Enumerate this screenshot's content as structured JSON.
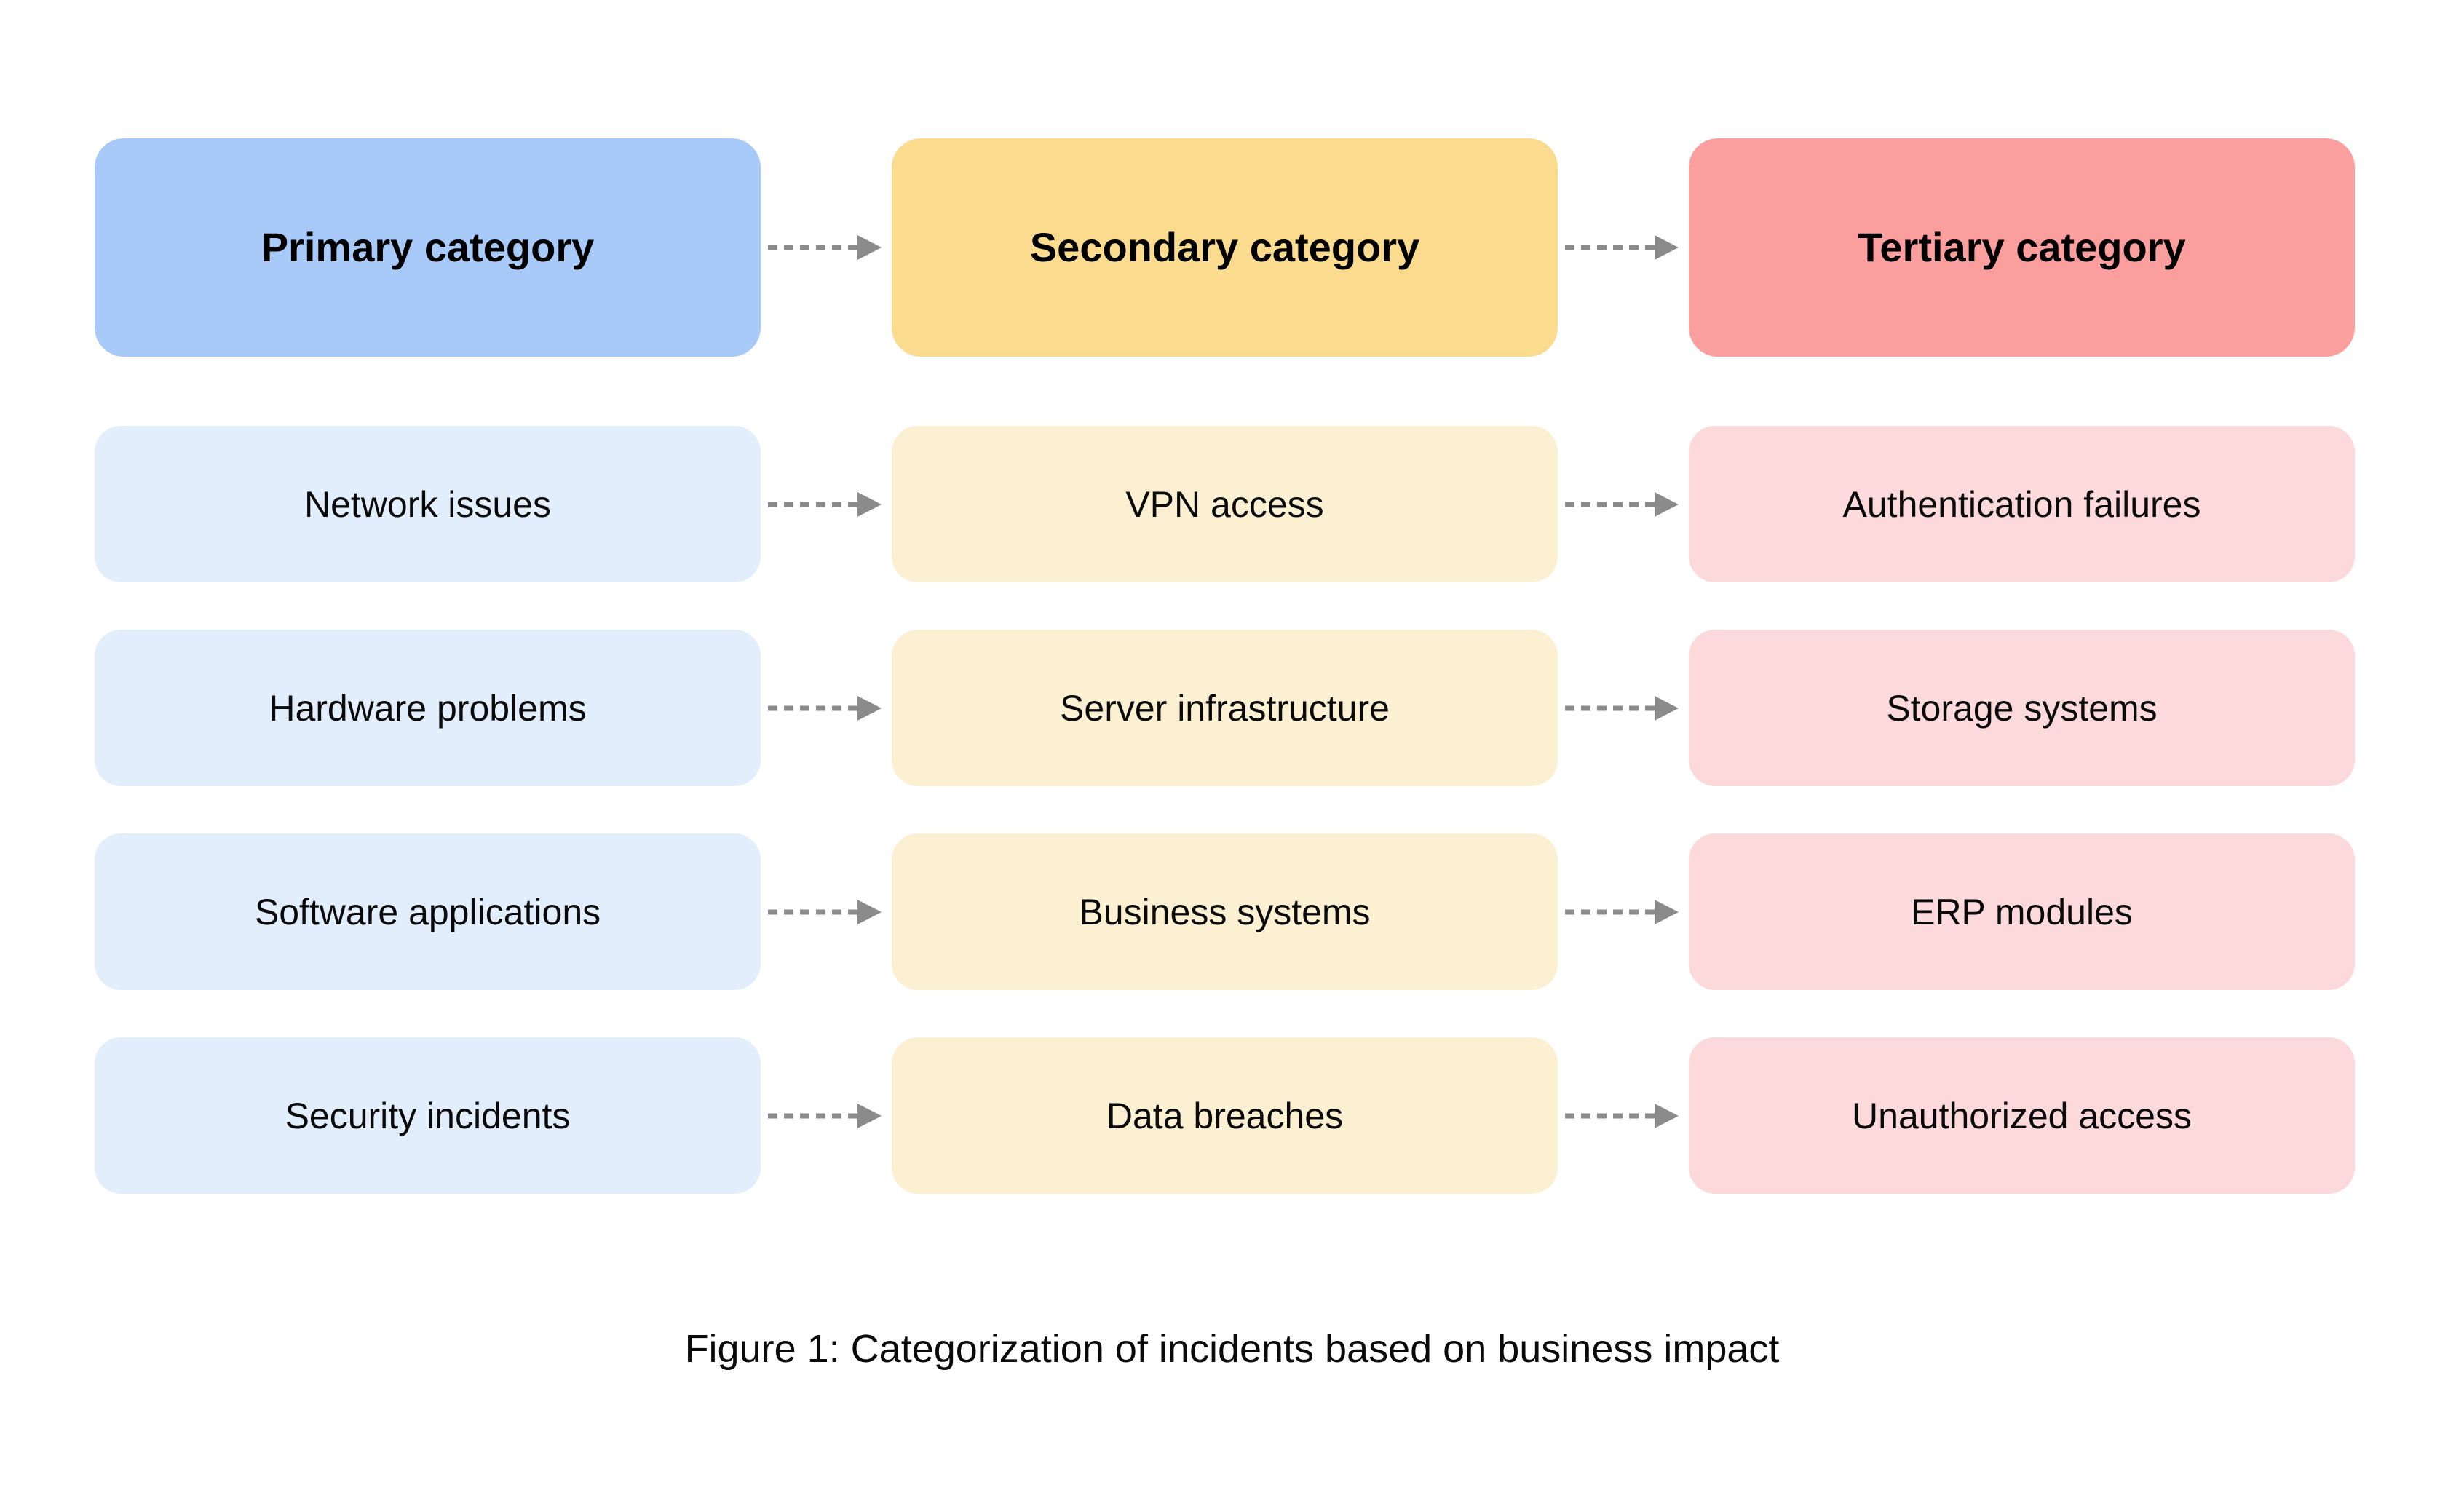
{
  "figure": {
    "caption": "Figure 1: Categorization of incidents based on business impact"
  },
  "columns": [
    {
      "header": "Primary category",
      "header_color": "#A8CAF8",
      "cell_color": "#E3EEFC"
    },
    {
      "header": "Secondary category",
      "header_color": "#FBDB8D",
      "cell_color": "#FCF0D2"
    },
    {
      "header": "Tertiary category",
      "header_color": "#FA9F9D",
      "cell_color": "#FCD9DB"
    }
  ],
  "rows": [
    {
      "primary": "Network issues",
      "secondary": "VPN access",
      "tertiary": "Authentication failures"
    },
    {
      "primary": "Hardware problems",
      "secondary": "Server infrastructure",
      "tertiary": "Storage systems"
    },
    {
      "primary": "Software applications",
      "secondary": "Business systems",
      "tertiary": "ERP modules"
    },
    {
      "primary": "Security incidents",
      "secondary": "Data breaches",
      "tertiary": "Unauthorized access"
    }
  ],
  "arrow": {
    "color": "#8B8B8B",
    "style": "dashed-right"
  }
}
